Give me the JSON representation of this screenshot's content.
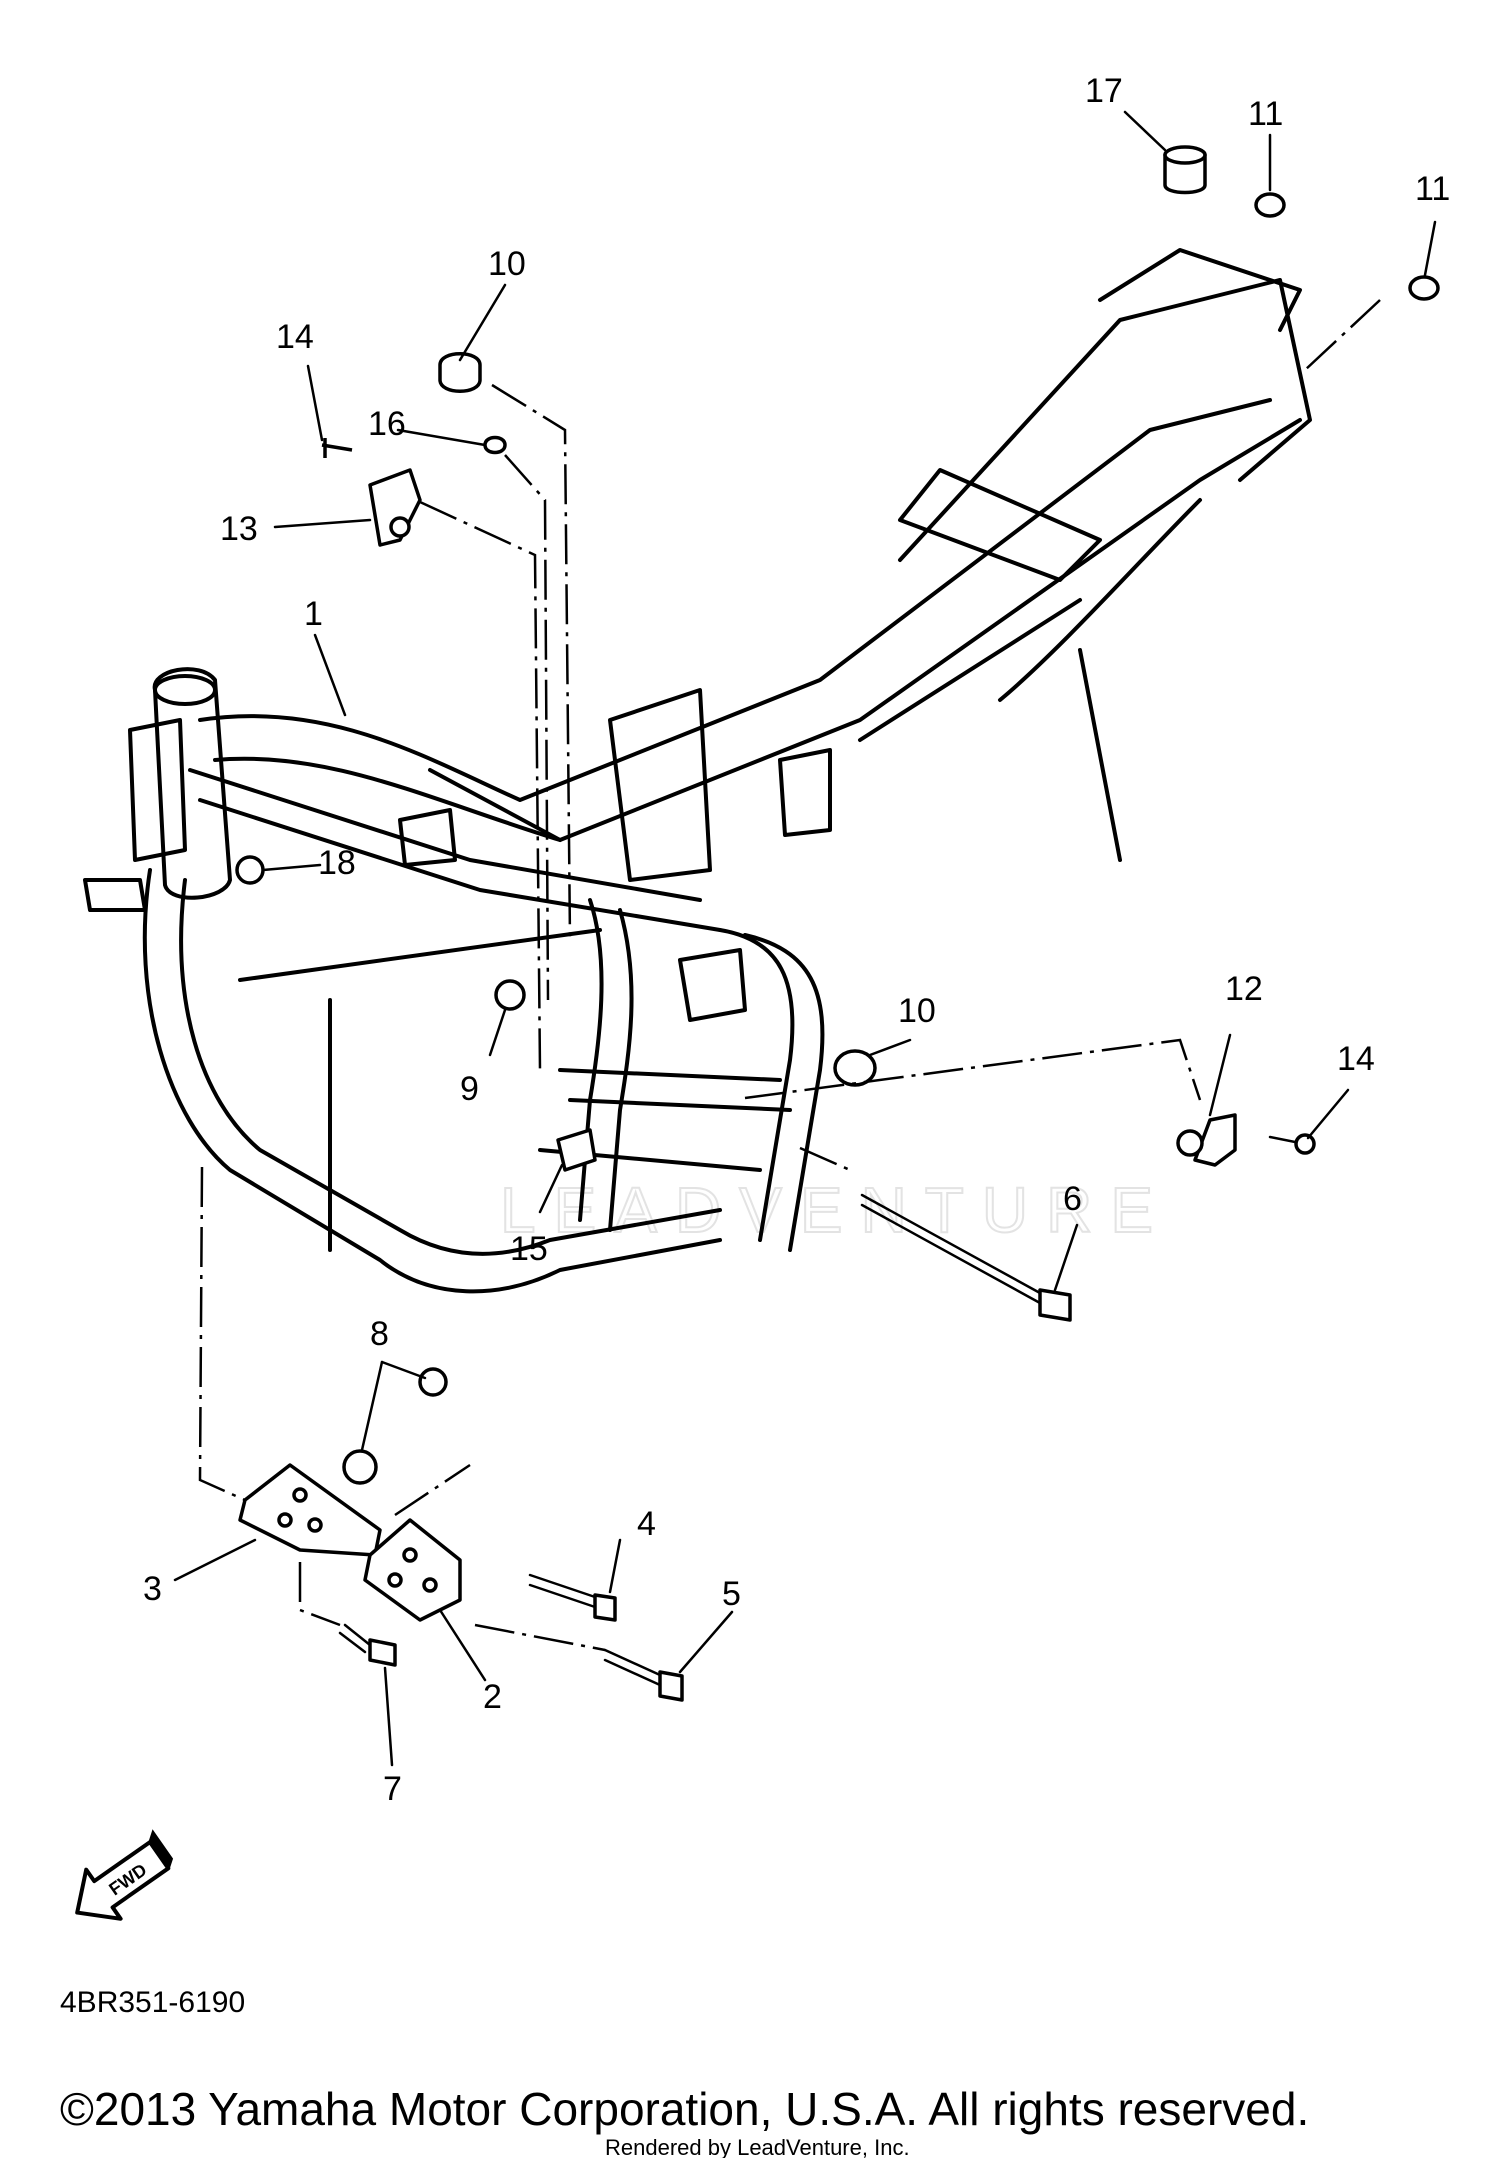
{
  "diagram": {
    "callouts": [
      "1",
      "2",
      "3",
      "4",
      "5",
      "6",
      "7",
      "8",
      "9",
      "10",
      "10",
      "11",
      "11",
      "12",
      "13",
      "14",
      "14",
      "15",
      "16",
      "17",
      "18"
    ],
    "direction_badge": "FWD",
    "watermark": "LEADVENTURE",
    "drawing_code": "4BR351-6190",
    "copyright": "©2013 Yamaha Motor Corporation, U.S.A. All rights reserved.",
    "rendered_by": "Rendered by LeadVenture, Inc."
  }
}
